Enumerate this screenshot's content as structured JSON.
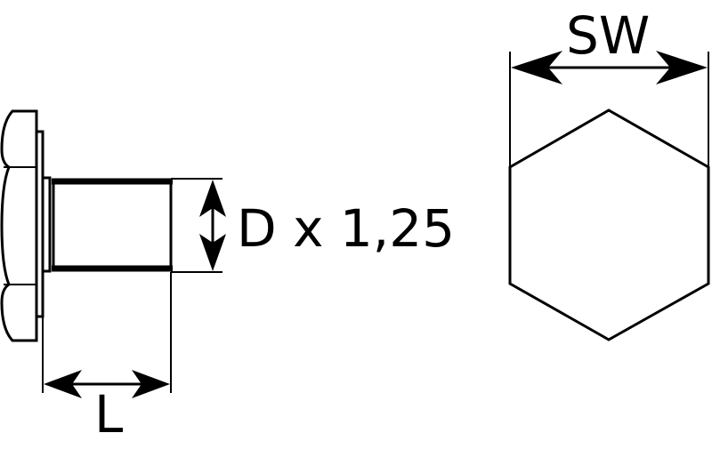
{
  "labels": {
    "thread": "D x 1,25",
    "length": "L",
    "wrench_size": "SW"
  },
  "colors": {
    "line": "#000000",
    "background": "#ffffff"
  }
}
